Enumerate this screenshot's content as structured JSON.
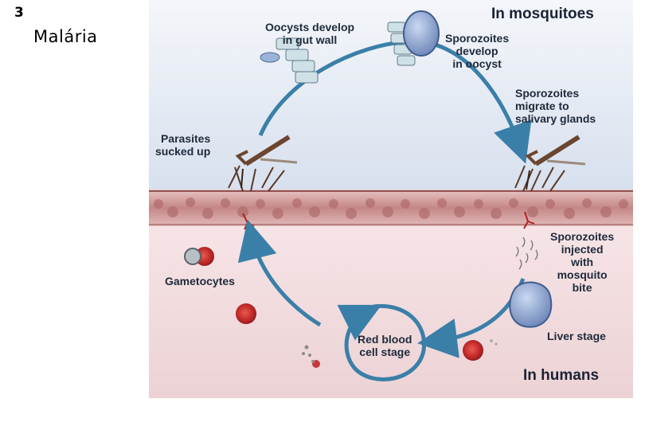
{
  "slide": {
    "number": "3",
    "title": "Malária"
  },
  "figure": {
    "sections": {
      "mosquito": "In mosquitoes",
      "human": "In humans"
    },
    "labels": {
      "oocysts": "Oocysts develop\nin gut wall",
      "sporozoites_develop": "Sporozoites\ndevelop\nin oocyst",
      "migrate": "Sporozoites\nmigrate to\nsalivary glands",
      "parasites": "Parasites\nsucked up",
      "injected": "Sporozoites\ninjected\nwith\nmosquito\nbite",
      "gametocytes": "Gametocytes",
      "liver": "Liver stage",
      "rbc": "Red blood\ncell stage"
    },
    "colors": {
      "arrow": "#3a7fa8",
      "tissue": "#c98a8a",
      "rbc": "#c62f2f",
      "sky": "#dfe6f1"
    }
  }
}
